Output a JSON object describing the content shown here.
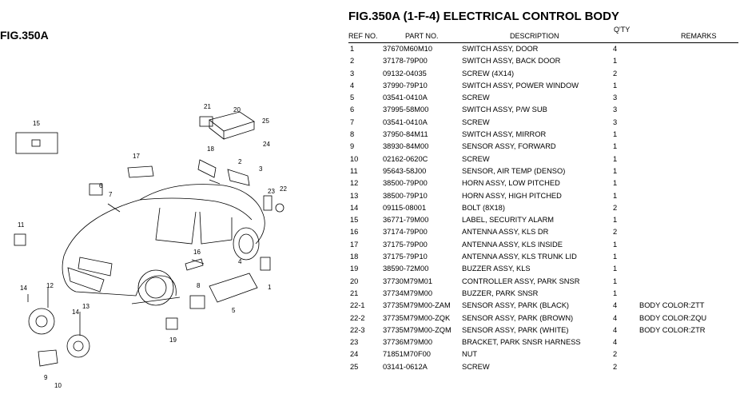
{
  "figure_label": "FIG.350A",
  "title": "FIG.350A (1-F-4) ELECTRICAL CONTROL BODY",
  "headers": {
    "ref": "REF NO.",
    "part": "PART NO.",
    "desc": "DESCRIPTION",
    "qty": "Q'TY",
    "remarks": "REMARKS"
  },
  "rows": [
    {
      "ref": "1",
      "part": "37670M60M10",
      "desc": "SWITCH ASSY, DOOR",
      "qty": "4",
      "remarks": ""
    },
    {
      "ref": "2",
      "part": "37178-79P00",
      "desc": "SWITCH ASSY, BACK DOOR",
      "qty": "1",
      "remarks": ""
    },
    {
      "ref": "3",
      "part": "09132-04035",
      "desc": "SCREW (4X14)",
      "qty": "2",
      "remarks": ""
    },
    {
      "ref": "4",
      "part": "37990-79P10",
      "desc": "SWITCH ASSY, POWER WINDOW",
      "qty": "1",
      "remarks": ""
    },
    {
      "ref": "5",
      "part": "03541-0410A",
      "desc": "SCREW",
      "qty": "3",
      "remarks": ""
    },
    {
      "ref": "6",
      "part": "37995-58M00",
      "desc": "SWITCH ASSY, P/W SUB",
      "qty": "3",
      "remarks": ""
    },
    {
      "ref": "7",
      "part": "03541-0410A",
      "desc": "SCREW",
      "qty": "3",
      "remarks": ""
    },
    {
      "ref": "8",
      "part": "37950-84M11",
      "desc": "SWITCH ASSY, MIRROR",
      "qty": "1",
      "remarks": ""
    },
    {
      "ref": "9",
      "part": "38930-84M00",
      "desc": "SENSOR ASSY, FORWARD",
      "qty": "1",
      "remarks": ""
    },
    {
      "ref": "10",
      "part": "02162-0620C",
      "desc": "SCREW",
      "qty": "1",
      "remarks": ""
    },
    {
      "ref": "11",
      "part": "95643-58J00",
      "desc": "SENSOR, AIR TEMP (DENSO)",
      "qty": "1",
      "remarks": ""
    },
    {
      "ref": "12",
      "part": "38500-79P00",
      "desc": "HORN ASSY, LOW PITCHED",
      "qty": "1",
      "remarks": ""
    },
    {
      "ref": "13",
      "part": "38500-79P10",
      "desc": "HORN ASSY, HIGH PITCHED",
      "qty": "1",
      "remarks": ""
    },
    {
      "ref": "14",
      "part": "09115-08001",
      "desc": "BOLT (8X18)",
      "qty": "2",
      "remarks": ""
    },
    {
      "ref": "15",
      "part": "36771-79M00",
      "desc": "LABEL, SECURITY ALARM",
      "qty": "1",
      "remarks": ""
    },
    {
      "ref": "16",
      "part": "37174-79P00",
      "desc": "ANTENNA ASSY, KLS DR",
      "qty": "2",
      "remarks": ""
    },
    {
      "ref": "17",
      "part": "37175-79P00",
      "desc": "ANTENNA ASSY, KLS INSIDE",
      "qty": "1",
      "remarks": ""
    },
    {
      "ref": "18",
      "part": "37175-79P10",
      "desc": "ANTENNA ASSY, KLS TRUNK LID",
      "qty": "1",
      "remarks": ""
    },
    {
      "ref": "19",
      "part": "38590-72M00",
      "desc": "BUZZER ASSY, KLS",
      "qty": "1",
      "remarks": ""
    },
    {
      "ref": "20",
      "part": "37730M79M01",
      "desc": "CONTROLLER ASSY, PARK SNSR",
      "qty": "1",
      "remarks": ""
    },
    {
      "ref": "21",
      "part": "37734M79M00",
      "desc": "BUZZER, PARK SNSR",
      "qty": "1",
      "remarks": ""
    },
    {
      "ref": "22-1",
      "part": "37735M79M00-ZAM",
      "desc": "SENSOR ASSY, PARK (BLACK)",
      "qty": "4",
      "remarks": "BODY COLOR:ZTT"
    },
    {
      "ref": "22-2",
      "part": "37735M79M00-ZQK",
      "desc": "SENSOR ASSY, PARK (BROWN)",
      "qty": "4",
      "remarks": "BODY COLOR:ZQU"
    },
    {
      "ref": "22-3",
      "part": "37735M79M00-ZQM",
      "desc": "SENSOR ASSY, PARK (WHITE)",
      "qty": "4",
      "remarks": "BODY COLOR:ZTR"
    },
    {
      "ref": "23",
      "part": "37736M79M00",
      "desc": "BRACKET, PARK SNSR HARNESS",
      "qty": "4",
      "remarks": ""
    },
    {
      "ref": "24",
      "part": "71851M70F00",
      "desc": "NUT",
      "qty": "2",
      "remarks": ""
    },
    {
      "ref": "25",
      "part": "03141-0612A",
      "desc": "SCREW",
      "qty": "2",
      "remarks": ""
    }
  ],
  "callouts": [
    "1",
    "2",
    "3",
    "4",
    "5",
    "6",
    "7",
    "8",
    "9",
    "10",
    "11",
    "12",
    "13",
    "14",
    "14",
    "15",
    "16",
    "17",
    "18",
    "19",
    "20",
    "21",
    "22",
    "23",
    "24",
    "25"
  ]
}
